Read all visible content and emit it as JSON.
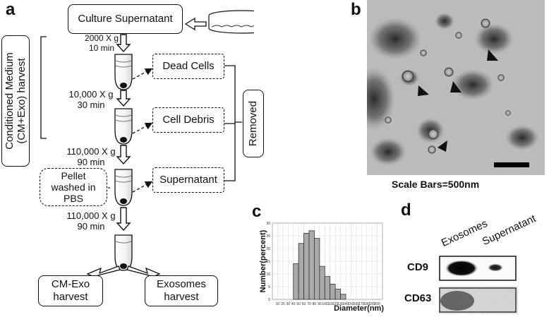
{
  "panels": {
    "a": "a",
    "b": "b",
    "c": "c",
    "d": "d"
  },
  "flow": {
    "culture_supernatant": "Culture Supernatant",
    "step1": "2000 X g\n10 min",
    "step2": "10,000 X g\n30 min",
    "step3": "110,000 X g\n90 min",
    "step4": "110,000 X g\n90 min",
    "dead_cells": "Dead Cells",
    "cell_debris": "Cell Debris",
    "supernatant": "Supernatant",
    "removed": "Removed",
    "pellet_washed": "Pellet\nwashed in\nPBS",
    "conditioned_medium": "Conditioned Medium\n(CM+Exo) harvest",
    "cm_exo_harvest": "CM-Exo\nharvest",
    "exosomes_harvest": "Exosomes\nharvest"
  },
  "tem": {
    "scale_label": "Scale Bars=500nm"
  },
  "chart_data": {
    "type": "bar",
    "xlabel": "Diameter(nm)",
    "ylabel": "Number(percent)",
    "categories": [
      "10",
      "20",
      "30",
      "40",
      "50",
      "60",
      "70",
      "80",
      "90",
      "100",
      "110",
      "120",
      "130",
      "140",
      "150",
      "160",
      "170",
      "180",
      "190",
      "200"
    ],
    "ylim": [
      0,
      30
    ],
    "yticks": [
      0,
      5,
      10,
      15,
      20,
      25,
      30
    ],
    "bins": [
      {
        "from": 40,
        "to": 50,
        "value": 14
      },
      {
        "from": 50,
        "to": 60,
        "value": 22
      },
      {
        "from": 60,
        "to": 70,
        "value": 26
      },
      {
        "from": 70,
        "to": 80,
        "value": 27
      },
      {
        "from": 80,
        "to": 90,
        "value": 24
      },
      {
        "from": 90,
        "to": 100,
        "value": 13
      },
      {
        "from": 100,
        "to": 110,
        "value": 9
      },
      {
        "from": 110,
        "to": 120,
        "value": 6
      },
      {
        "from": 120,
        "to": 130,
        "value": 4
      },
      {
        "from": 130,
        "to": 140,
        "value": 2
      }
    ],
    "bar_color": "#aaaaaa",
    "grid": true
  },
  "blot": {
    "lanes": [
      "Exosomes",
      "Supernatant"
    ],
    "rows": [
      "CD9",
      "CD63"
    ]
  }
}
